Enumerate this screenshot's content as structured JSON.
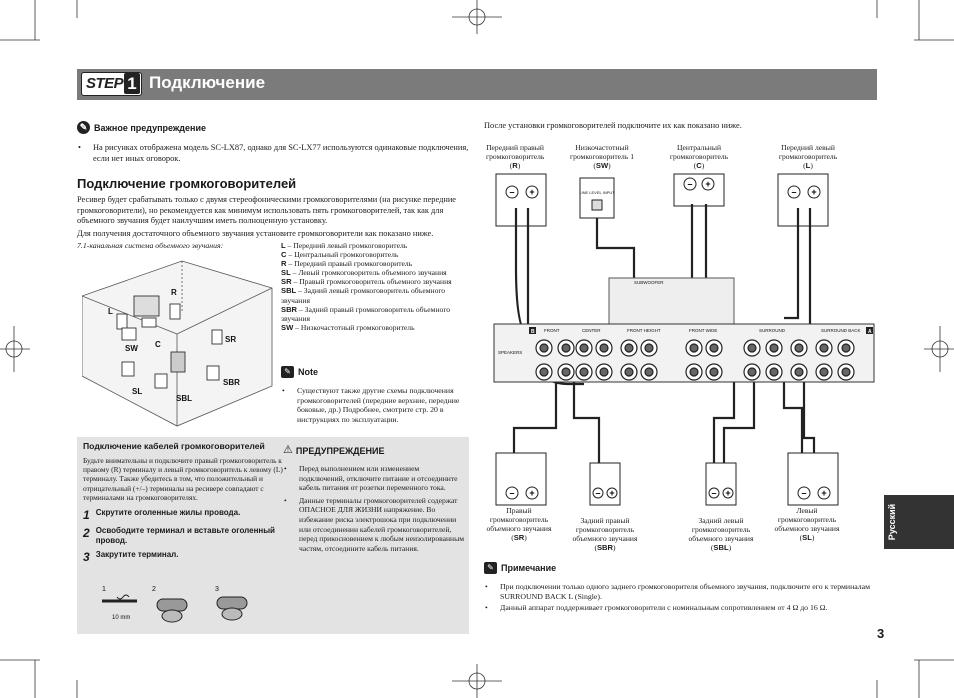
{
  "header": {
    "step_word": "STEP",
    "step_number": "1",
    "title": "Подключение"
  },
  "important": {
    "heading": "Важное предупреждение",
    "text": "На рисунках отображена модель SC-LX87, однако для SC-LX77 используются одинаковые подключения, если нет иных оговорок."
  },
  "speakers": {
    "heading": "Подключение громкоговорителей",
    "intro": "Ресивер будет срабатывать только с двумя стереофоническими громкоговорителями (на рисунке передние громкоговорители), но рекомендуется как минимум использовать пять громкоговорителей, так как для объемного звучания будет наилучшим иметь полноценную установку.",
    "intro2": "Для получения достаточного объемного звучания установите громкоговорители как показано ниже.",
    "system_caption": "7.1-канальная система объемного звучания:",
    "room_labels": [
      "L",
      "R",
      "SW",
      "C",
      "SR",
      "SL",
      "SBR",
      "SBL"
    ],
    "legend": [
      {
        "code": "L",
        "text": "– Передний левый громкоговоритель"
      },
      {
        "code": "C",
        "text": "– Центральный громкоговоритель"
      },
      {
        "code": "R",
        "text": "– Передний правый громкоговоритель"
      },
      {
        "code": "SL",
        "text": "– Левый громкоговоритель объемного звучания"
      },
      {
        "code": "SR",
        "text": "– Правый громкоговоритель объемного звучания"
      },
      {
        "code": "SBL",
        "text": "– Задний левый громкоговоритель объемного звучания"
      },
      {
        "code": "SBR",
        "text": "– Задний правый громкоговоритель объемного звучания"
      },
      {
        "code": "SW",
        "text": "– Низкочастотный громкоговоритель"
      }
    ],
    "note_heading": "Note",
    "note_text": "Существуют также другие схемы подключения громкоговорителей (передние верхние, передние боковые, др.) Подробнее, смотрите стр. 20 в инструкциях по эксплуатации."
  },
  "cables": {
    "heading": "Подключение кабелей громкоговорителей",
    "text": "Будьте внимательны и подключите правый громкоговоритель к правому (R) терминалу и левый громкоговоритель к левому (L) терминалу. Также убедитесь в том, что положительный и отрицательный (+/–) терминалы на ресивере совпадают с терминалами на громкоговорителях.",
    "steps": [
      {
        "n": "1",
        "text": "Скрутите оголенные жилы провода."
      },
      {
        "n": "2",
        "text": "Освободите терминал и вставьте оголенный провод."
      },
      {
        "n": "3",
        "text": "Закрутите терминал."
      }
    ],
    "figure_labels": [
      "1",
      "2",
      "3"
    ],
    "measure": "10 mm"
  },
  "warning": {
    "heading": "ПРЕДУПРЕЖДЕНИЕ",
    "item1": "Перед выполнением или изменением подключений, отключите питание и отсоедините кабель питания от розетки переменного тока.",
    "item2": "Данные терминалы громкоговорителей содержат ОПАСНОЕ ДЛЯ ЖИЗНИ напряжение. Во избежание риска электрошока при подключении или отсоединении кабелей громкоговорителей, перед прикосновением к любым неизолированным частям, отсоедините кабель питания."
  },
  "diagram": {
    "intro": "После установки громкоговорителей подключите их как показано ниже.",
    "top_labels": [
      {
        "text": "Передний правый громкоговоритель",
        "code": "R"
      },
      {
        "text": "Низкочастотный громкоговоритель 1",
        "code": "SW"
      },
      {
        "text": "Центральный громкоговоритель",
        "code": "C"
      },
      {
        "text": "Передний левый громкоговоритель",
        "code": "L"
      }
    ],
    "bottom_labels": [
      {
        "text": "Правый громкоговоритель объемного звучания",
        "code": "SR"
      },
      {
        "text": "Задний правый громкоговоритель объемного звучания",
        "code": "SBR"
      },
      {
        "text": "Задний левый громкоговоритель объемного звучания",
        "code": "SBL"
      },
      {
        "text": "Левый громкоговоритель объемного звучания",
        "code": "SL"
      }
    ],
    "panel_labels": [
      "SPEAKERS",
      "FRONT",
      "CENTER",
      "FRONT HEIGHT",
      "FRONT WIDE",
      "SURROUND",
      "SURROUND BACK",
      "SUBWOOFER",
      "LINE LEVEL INPUT"
    ],
    "panel_letters": [
      "A",
      "B"
    ]
  },
  "remark": {
    "heading": "Примечание",
    "item1": "При подключении только одного заднего громкоговорителя объемного звучания, подключите его к терминалам SURROUND BACK L (Single).",
    "item2": "Данный аппарат поддерживает громкоговорители с номинальным сопротивлением от 4 Ω до 16 Ω."
  },
  "side_tab": "Русский",
  "page_number": "3"
}
